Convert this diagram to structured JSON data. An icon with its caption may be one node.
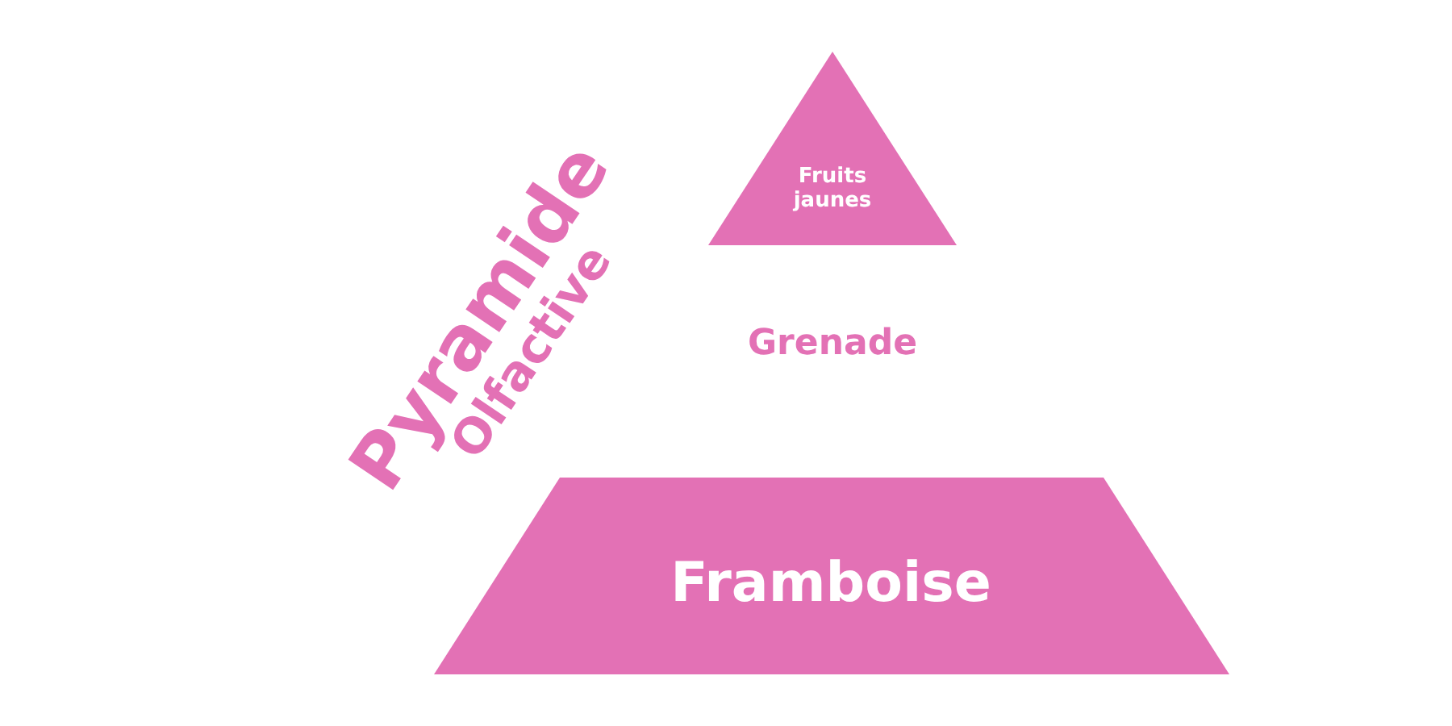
{
  "diagram": {
    "title": "Pyramide Olfactive",
    "nodes": [
      {
        "text": [
          "Fruits jaunes"
        ]
      },
      {
        "text": [
          "Framboise"
        ]
      }
    ],
    "labels": [
      "Grenade"
    ]
  }
}
